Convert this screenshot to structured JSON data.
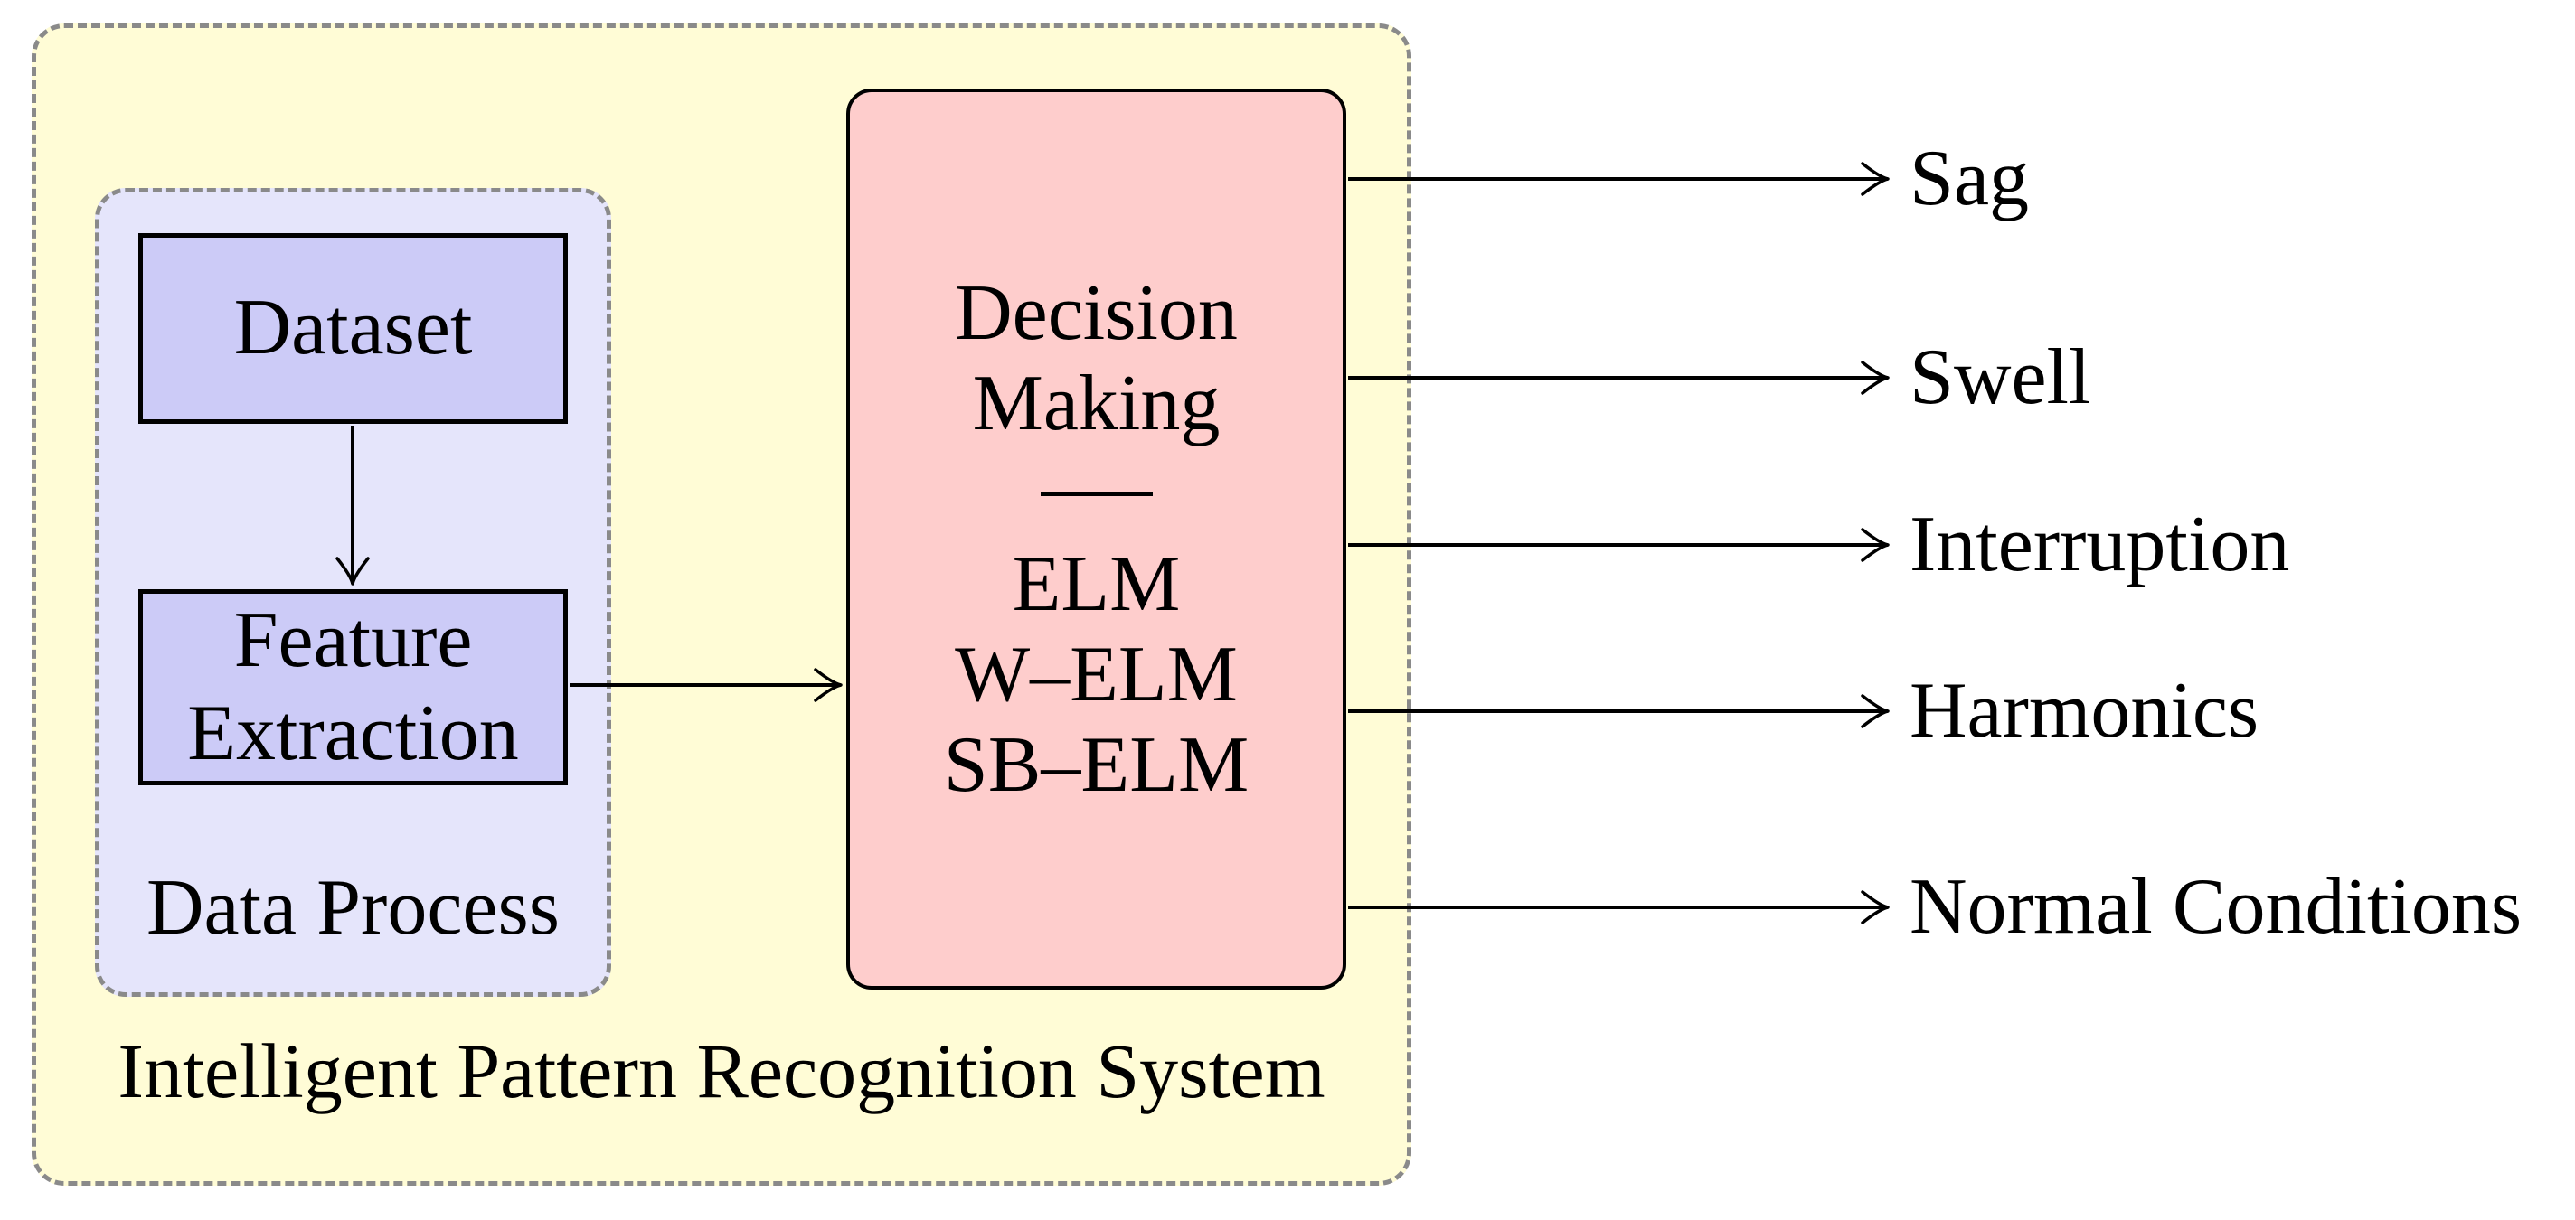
{
  "colors": {
    "system_fill": "#fffcd6",
    "process_fill": "#e5e5fb",
    "node_fill": "#cccbf7",
    "decision_fill": "#fecdcc",
    "dashed_border": "#8a8a8a",
    "line": "#000000"
  },
  "system": {
    "label": "Intelligent Pattern Recognition System"
  },
  "data_process": {
    "label": "Data Process",
    "dataset": "Dataset",
    "feature_extraction": "Feature Extraction"
  },
  "decision": {
    "line1": "Decision",
    "line2": "Making",
    "methods": [
      "ELM",
      "W–ELM",
      "SB–ELM"
    ]
  },
  "outputs": [
    "Sag",
    "Swell",
    "Interruption",
    "Harmonics",
    "Normal Conditions"
  ]
}
